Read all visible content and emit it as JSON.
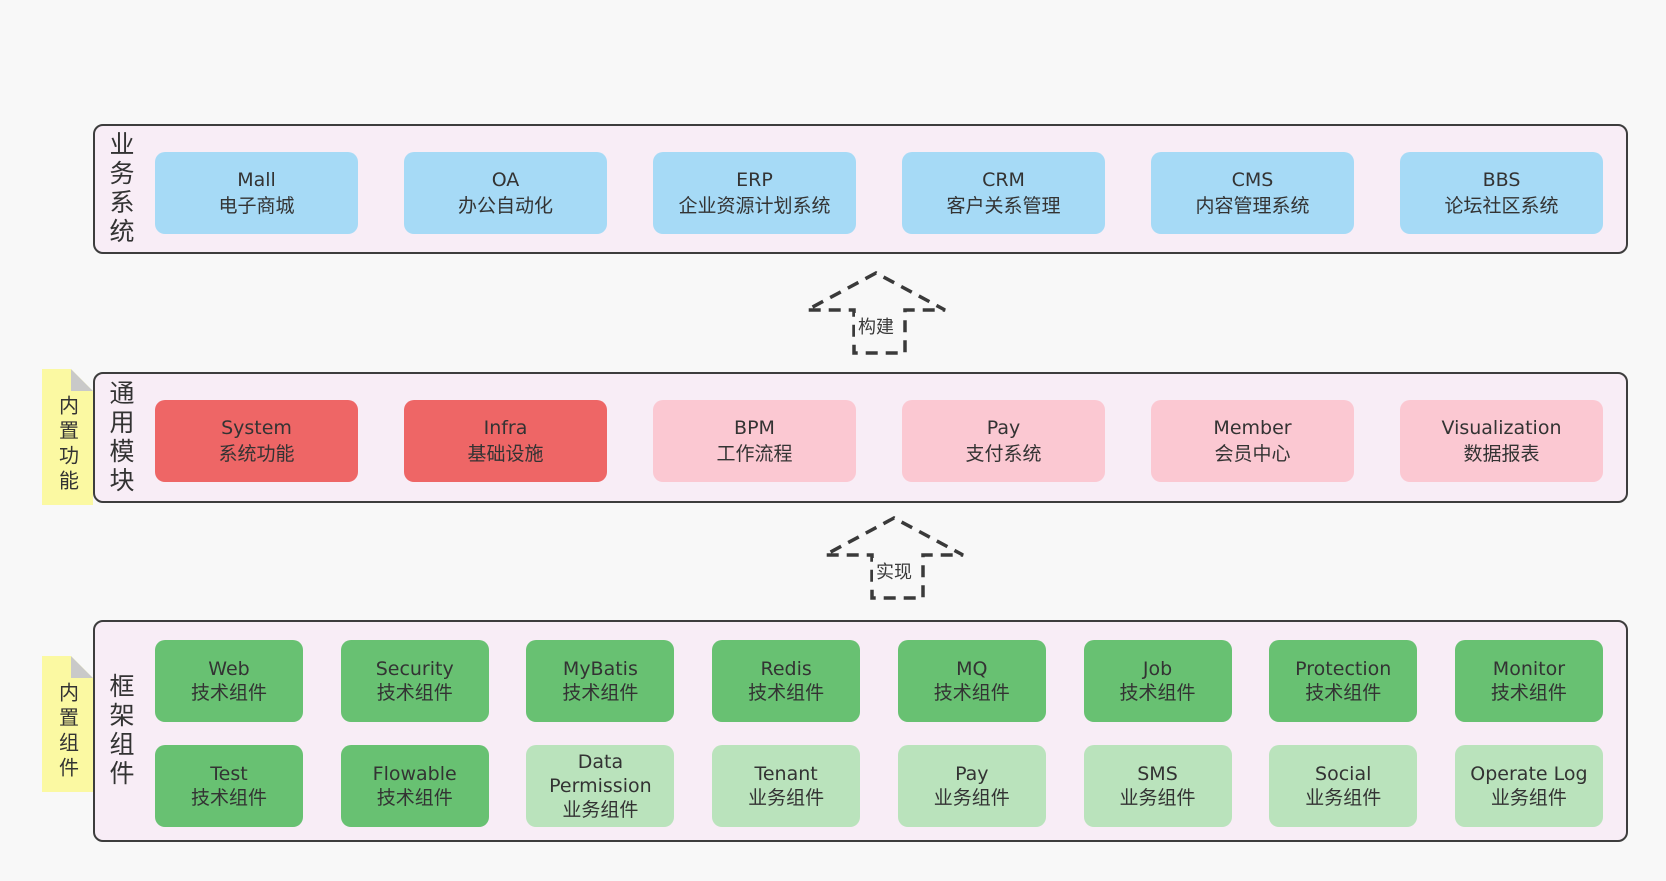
{
  "colors": {
    "page_bg": "#f8f8f8",
    "layer_fill": "#f8edf6",
    "border": "#3d3d3d",
    "blue": "#a6daf6",
    "red": "#ee6666",
    "pink": "#fbc8d2",
    "green": "#68c172",
    "lgreen": "#bae3bc",
    "yellow": "#fbf9a2",
    "fold": "#c9c9c9",
    "arrow_stroke": "#3a3a3a"
  },
  "layers": [
    {
      "label": "业务系统",
      "boxes": [
        {
          "name": "Mall",
          "subtitle": "电子商城"
        },
        {
          "name": "OA",
          "subtitle": "办公自动化"
        },
        {
          "name": "ERP",
          "subtitle": "企业资源计划系统"
        },
        {
          "name": "CRM",
          "subtitle": "客户关系管理"
        },
        {
          "name": "CMS",
          "subtitle": "内容管理系统"
        },
        {
          "name": "BBS",
          "subtitle": "论坛社区系统"
        }
      ]
    },
    {
      "label": "通用模块",
      "tag": "内置功能",
      "boxes": [
        {
          "name": "System",
          "subtitle": "系统功能"
        },
        {
          "name": "Infra",
          "subtitle": "基础设施"
        },
        {
          "name": "BPM",
          "subtitle": "工作流程"
        },
        {
          "name": "Pay",
          "subtitle": "支付系统"
        },
        {
          "name": "Member",
          "subtitle": "会员中心"
        },
        {
          "name": "Visualization",
          "subtitle": "数据报表"
        }
      ]
    },
    {
      "label": "框架组件",
      "tag": "内置组件",
      "rows": [
        [
          {
            "name": "Web",
            "subtitle": "技术组件"
          },
          {
            "name": "Security",
            "subtitle": "技术组件"
          },
          {
            "name": "MyBatis",
            "subtitle": "技术组件"
          },
          {
            "name": "Redis",
            "subtitle": "技术组件"
          },
          {
            "name": "MQ",
            "subtitle": "技术组件"
          },
          {
            "name": "Job",
            "subtitle": "技术组件"
          },
          {
            "name": "Protection",
            "subtitle": "技术组件"
          },
          {
            "name": "Monitor",
            "subtitle": "技术组件"
          }
        ],
        [
          {
            "name": "Test",
            "subtitle": "技术组件"
          },
          {
            "name": "Flowable",
            "subtitle": "技术组件"
          },
          {
            "name": "Data Permission",
            "subtitle": "业务组件"
          },
          {
            "name": "Tenant",
            "subtitle": "业务组件"
          },
          {
            "name": "Pay",
            "subtitle": "业务组件"
          },
          {
            "name": "SMS",
            "subtitle": "业务组件"
          },
          {
            "name": "Social",
            "subtitle": "业务组件"
          },
          {
            "name": "Operate Log",
            "subtitle": "业务组件"
          }
        ]
      ]
    }
  ],
  "arrows": [
    {
      "label": "构建"
    },
    {
      "label": "实现"
    }
  ]
}
